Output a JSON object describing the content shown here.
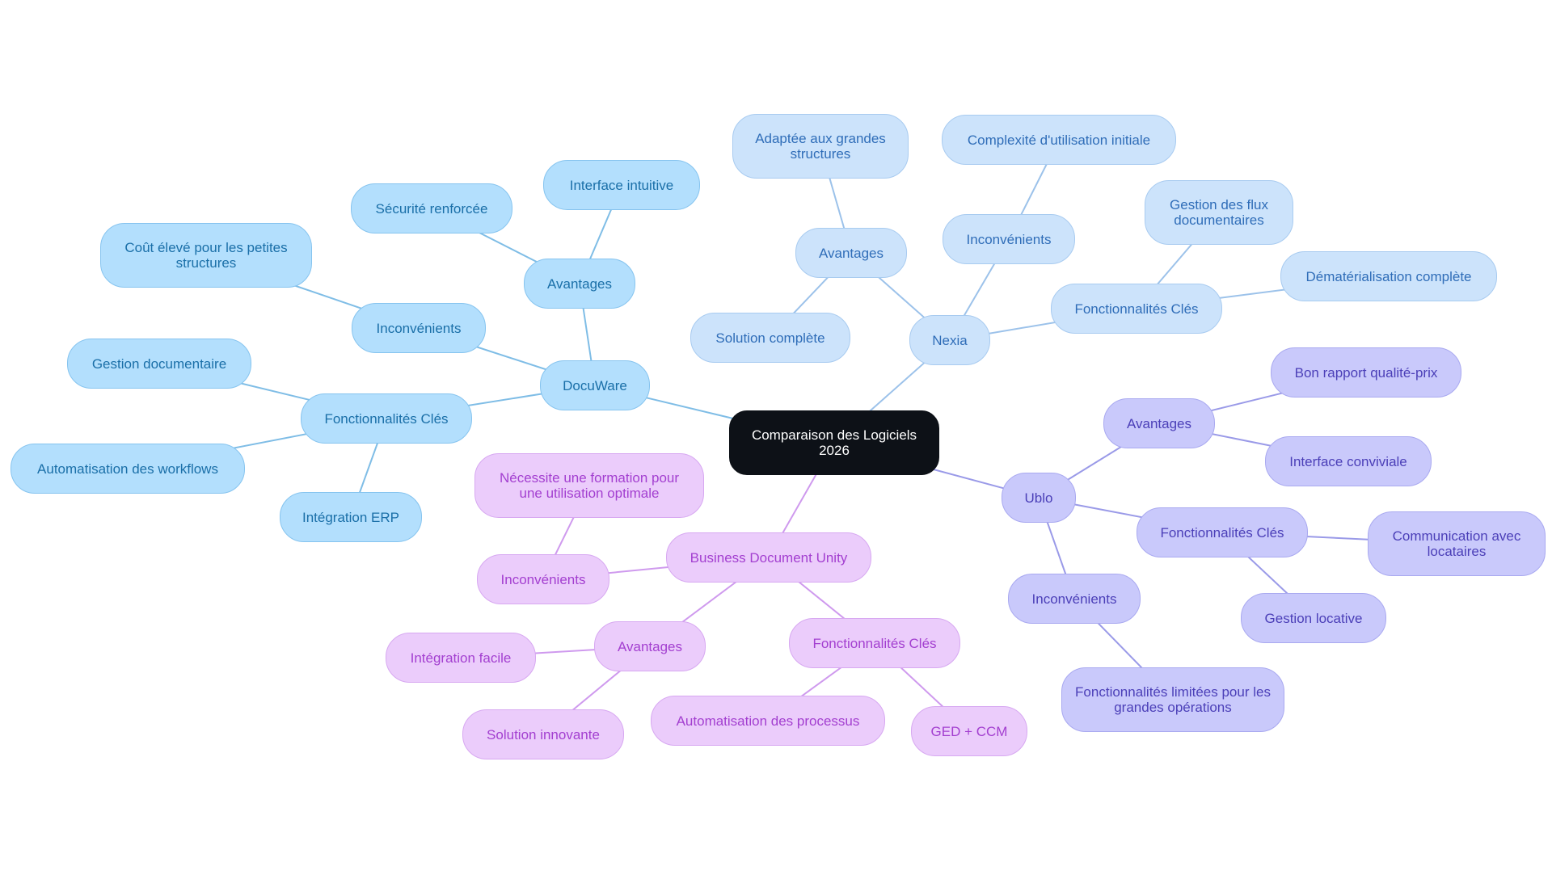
{
  "colors": {
    "root_fill": "#0d1117",
    "root_text": "#ffffff",
    "docuware": {
      "fill": "#b3dffd",
      "stroke": "#86c4ef",
      "text": "#1a6fa8",
      "edge": "#7fbde6"
    },
    "nexia": {
      "fill": "#cce3fb",
      "stroke": "#a8cbf0",
      "text": "#2f6db8",
      "edge": "#9cc2ea"
    },
    "bdu": {
      "fill": "#ebccfb",
      "stroke": "#d7a8f1",
      "text": "#a33fd0",
      "edge": "#cf9aee"
    },
    "ublo": {
      "fill": "#c9c9fb",
      "stroke": "#a9a9f0",
      "text": "#4b3fb8",
      "edge": "#9a9ae8"
    }
  },
  "root": {
    "label": "Comparaison des Logiciels 2026"
  },
  "branches": [
    {
      "key": "docuware",
      "label": "DocuWare",
      "children": [
        {
          "label": "Avantages",
          "children": [
            "Interface intuitive",
            "Sécurité renforcée"
          ]
        },
        {
          "label": "Inconvénients",
          "children": [
            "Coût élevé pour les petites structures"
          ]
        },
        {
          "label": "Fonctionnalités Clés",
          "children": [
            "Gestion documentaire",
            "Automatisation des workflows",
            "Intégration ERP"
          ]
        }
      ]
    },
    {
      "key": "nexia",
      "label": "Nexia",
      "children": [
        {
          "label": "Avantages",
          "children": [
            "Adaptée aux grandes structures",
            "Solution complète"
          ]
        },
        {
          "label": "Inconvénients",
          "children": [
            "Complexité d'utilisation initiale"
          ]
        },
        {
          "label": "Fonctionnalités Clés",
          "children": [
            "Gestion des flux documentaires",
            "Dématérialisation complète"
          ]
        }
      ]
    },
    {
      "key": "bdu",
      "label": "Business Document Unity",
      "children": [
        {
          "label": "Inconvénients",
          "children": [
            "Nécessite une formation pour une utilisation optimale"
          ]
        },
        {
          "label": "Avantages",
          "children": [
            "Intégration facile",
            "Solution innovante"
          ]
        },
        {
          "label": "Fonctionnalités Clés",
          "children": [
            "Automatisation des processus",
            "GED + CCM"
          ]
        }
      ]
    },
    {
      "key": "ublo",
      "label": "Ublo",
      "children": [
        {
          "label": "Avantages",
          "children": [
            "Bon rapport qualité-prix",
            "Interface conviviale"
          ]
        },
        {
          "label": "Fonctionnalités Clés",
          "children": [
            "Communication avec locataires",
            "Gestion locative"
          ]
        },
        {
          "label": "Inconvénients",
          "children": [
            "Fonctionnalités limitées pour les grandes opérations"
          ]
        }
      ]
    }
  ]
}
